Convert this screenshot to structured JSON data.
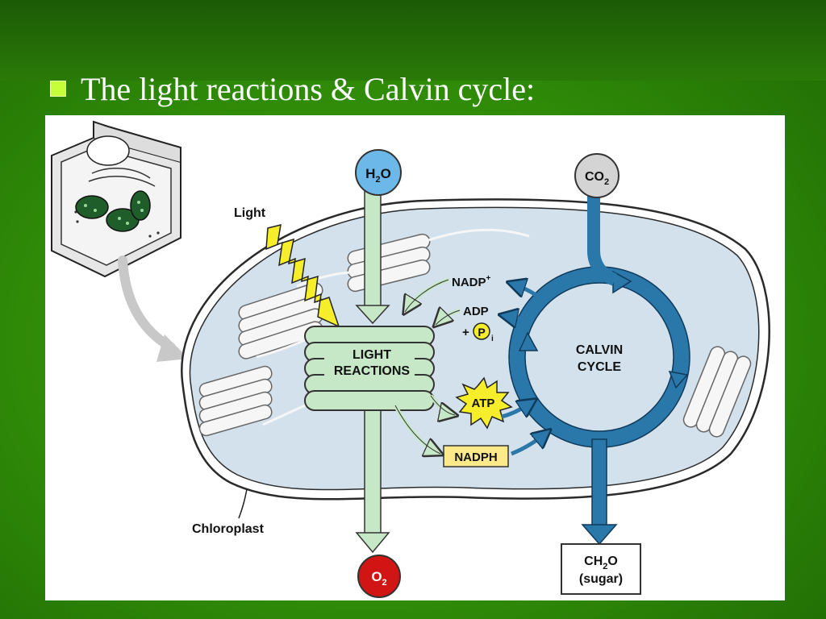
{
  "slide": {
    "title": "The light reactions & Calvin cycle:"
  },
  "diagram": {
    "light_label": "Light",
    "chloroplast_label": "Chloroplast",
    "h2o_main": "H",
    "h2o_sub": "2",
    "h2o_tail": "O",
    "co2_main": "CO",
    "co2_sub": "2",
    "o2_main": "O",
    "o2_sub": "2",
    "nadp_main": "NADP",
    "nadp_sup": "+",
    "adp": "ADP",
    "plus": "+",
    "p_letter": "P",
    "p_sub": "i",
    "light_reactions_line1": "LIGHT",
    "light_reactions_line2": "REACTIONS",
    "calvin_line1": "CALVIN",
    "calvin_line2": "CYCLE",
    "atp": "ATP",
    "nadph": "NADPH",
    "sugar_main": "CH",
    "sugar_sub": "2",
    "sugar_tail": "O",
    "sugar_line2": "(sugar)"
  },
  "colors": {
    "h2o_fill": "#6cb8e8",
    "co2_fill": "#d4d4d4",
    "o2_fill": "#d11414",
    "stroma": "#d3e1ec",
    "thylakoid": "#c7e8c6",
    "calvin_blue": "#2a77aa",
    "atp_yellow": "#f6ee2a",
    "nadph_yellow": "#fbe98a"
  }
}
